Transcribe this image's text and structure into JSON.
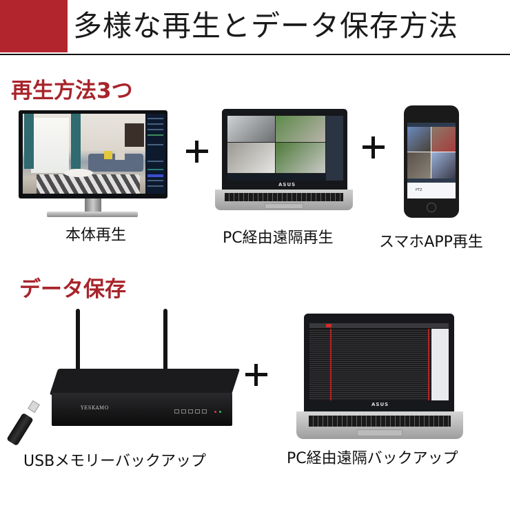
{
  "header": {
    "title": "多様な再生とデータ保存方法",
    "accent_color": "#b3252d"
  },
  "playback": {
    "section_title": "再生方法3つ",
    "items": [
      {
        "label": "本体再生",
        "device": "monitor"
      },
      {
        "label": "PC経由遠隔再生",
        "device": "laptop",
        "logo": "ASUS"
      },
      {
        "label": "スマホAPP再生",
        "device": "smartphone",
        "screen_text": [
          "PTZ"
        ]
      }
    ],
    "plus_symbol": "+"
  },
  "storage": {
    "section_title": "データ保存",
    "items": [
      {
        "label": "USBメモリーバックアップ",
        "device": "nvr-recorder",
        "brand": "YESKAMO"
      },
      {
        "label": "PC経由遠隔バックアップ",
        "device": "laptop",
        "logo": "ASUS"
      }
    ],
    "plus_symbol": "+"
  },
  "colors": {
    "section_title": "#a8242b",
    "text": "#111111",
    "background": "#ffffff"
  }
}
